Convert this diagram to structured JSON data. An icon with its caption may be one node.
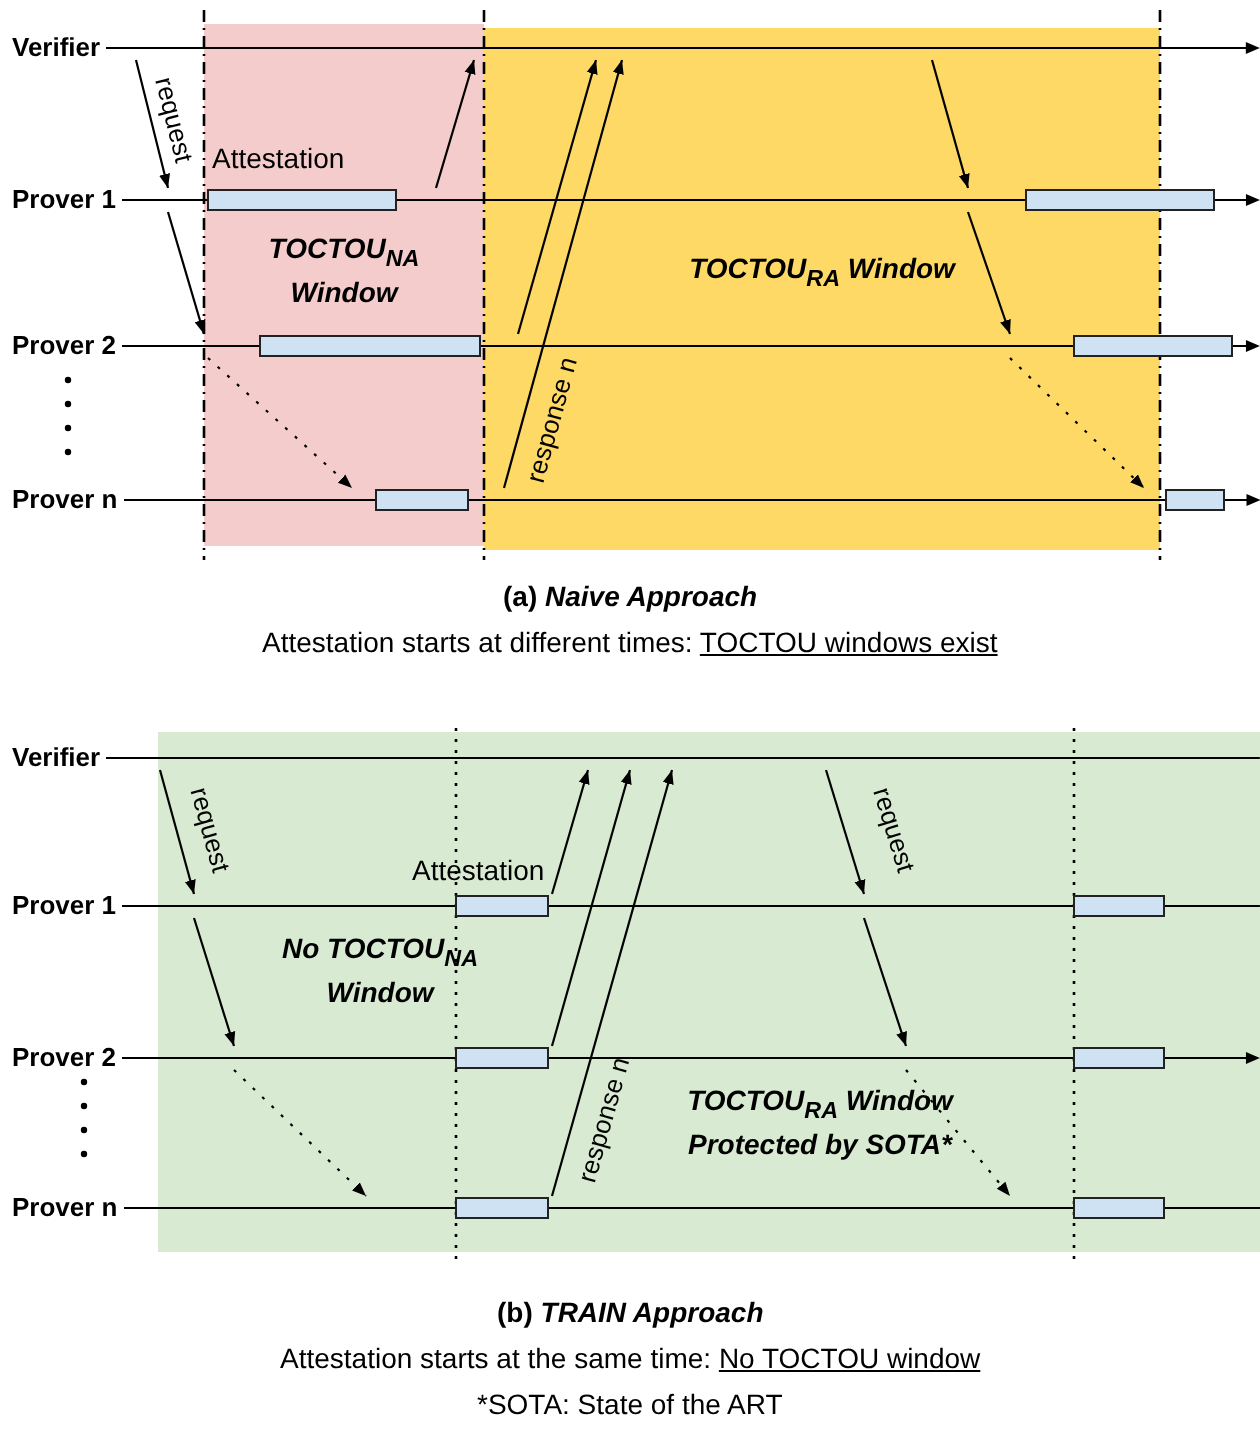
{
  "diagram": {
    "nodes": [
      {
        "text": [
          "Verifier"
        ]
      },
      {
        "text": [
          "Prover 1"
        ]
      },
      {
        "text": [
          "Prover 2"
        ]
      },
      {
        "text": [
          "Prover n"
        ]
      },
      {
        "text": [
          "Verifier"
        ]
      },
      {
        "text": [
          "Prover 1"
        ]
      },
      {
        "text": [
          "Prover 2"
        ]
      },
      {
        "text": [
          "Prover n"
        ]
      }
    ],
    "edges": [
      {
        "from": 0,
        "to": 1,
        "arrow": "to",
        "label": "request"
      },
      {
        "from": 1,
        "to": 2,
        "arrow": "to"
      },
      {
        "from": 2,
        "to": 3,
        "arrow": "to",
        "style": "dashed"
      },
      {
        "from": 1,
        "to": 0,
        "arrow": "to"
      },
      {
        "from": 2,
        "to": 0,
        "arrow": "to"
      },
      {
        "from": 3,
        "to": 0,
        "arrow": "to",
        "label": "response n"
      },
      {
        "from": 0,
        "to": 1,
        "arrow": "to"
      },
      {
        "from": 1,
        "to": 2,
        "arrow": "to"
      },
      {
        "from": 2,
        "to": 3,
        "arrow": "to",
        "style": "dashed"
      },
      {
        "from": 4,
        "to": 5,
        "arrow": "to",
        "label": "request"
      },
      {
        "from": 5,
        "to": 6,
        "arrow": "to"
      },
      {
        "from": 6,
        "to": 7,
        "arrow": "to",
        "style": "dashed"
      },
      {
        "from": 5,
        "to": 4,
        "arrow": "to"
      },
      {
        "from": 6,
        "to": 4,
        "arrow": "to"
      },
      {
        "from": 7,
        "to": 4,
        "arrow": "to",
        "label": "response n"
      },
      {
        "from": 4,
        "to": 5,
        "arrow": "to",
        "label": "request"
      },
      {
        "from": 5,
        "to": 6,
        "arrow": "to"
      },
      {
        "from": 6,
        "to": 7,
        "arrow": "to",
        "style": "dashed"
      }
    ],
    "labels": [
      "Attestation",
      "TOCTOU$_{NA}$ Window",
      "TOCTOU$_{RA}$ Window",
      "(a) *Naive Approach*",
      "Attestation starts at different times: TOCTOU windows exist",
      "Attestation",
      "No TOCTOU$_{NA}$ Window",
      "TOCTOU$_{RA}$ Window Protected by SOTA*",
      "(b) *TRAIN Approach*",
      "Attestation starts at the same time: No TOCTOU window",
      "*SOTA: State of the ART"
    ]
  }
}
